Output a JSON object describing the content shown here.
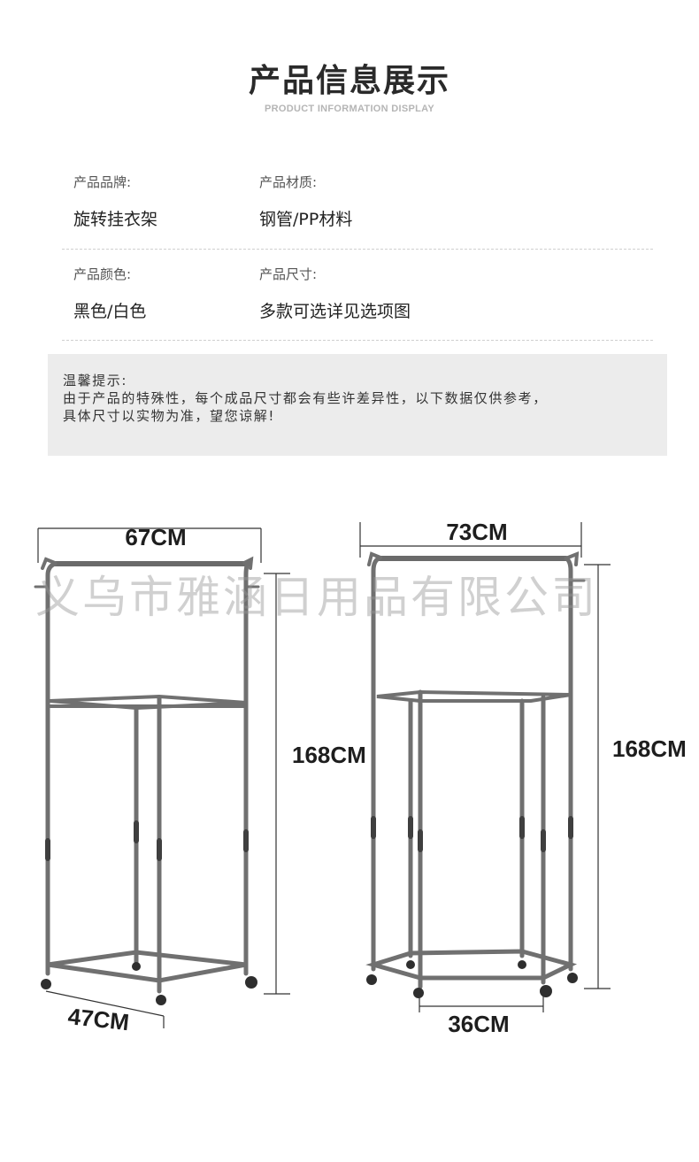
{
  "header": {
    "title": "产品信息展示",
    "subtitle": "PRODUCT INFORMATION DISPLAY"
  },
  "info": {
    "brand_label": "产品品牌:",
    "brand_value": "旋转挂衣架",
    "material_label": "产品材质:",
    "material_value": "钢管/PP材料",
    "color_label": "产品颜色:",
    "color_value": "黑色/白色",
    "size_label": "产品尺寸:",
    "size_value": "多款可选详见选项图"
  },
  "notice": {
    "heading": "温馨提示:",
    "line1": "由于产品的特殊性，每个成品尺寸都会有些许差异性，以下数据仅供参考，",
    "line2": "具体尺寸以实物为准，望您谅解!"
  },
  "watermark": "义乌市雅涵日用品有限公司",
  "dimensions": {
    "left": {
      "width": "67CM",
      "height": "168CM",
      "depth": "47CM"
    },
    "right": {
      "width": "73CM",
      "height": "168CM",
      "depth": "36CM"
    }
  },
  "colors": {
    "frame": "#707070",
    "frame_dark": "#3f3f3f",
    "notice_bg": "#ececec"
  }
}
